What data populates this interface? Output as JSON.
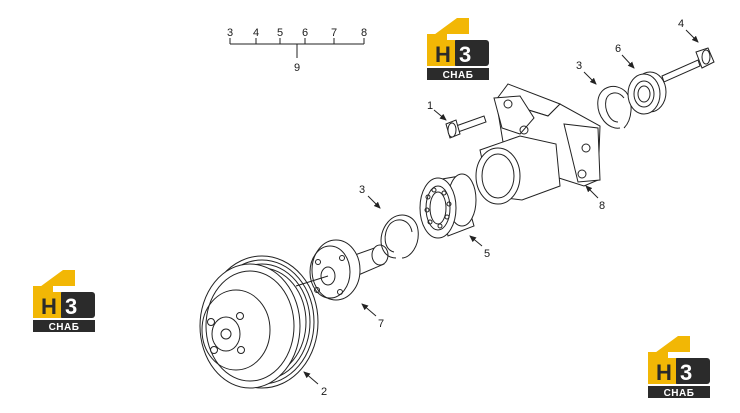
{
  "scale": {
    "ticks": [
      "3",
      "4",
      "5",
      "6",
      "7",
      "8"
    ],
    "total": "9"
  },
  "callouts": [
    "1",
    "2",
    "3",
    "3",
    "4",
    "5",
    "6",
    "7",
    "8"
  ],
  "logo": {
    "mark_left": "H",
    "mark_right": "3",
    "wordmark": "СНАБ",
    "colors": {
      "accent": "#f2b705",
      "dark": "#2b2b2b"
    }
  }
}
